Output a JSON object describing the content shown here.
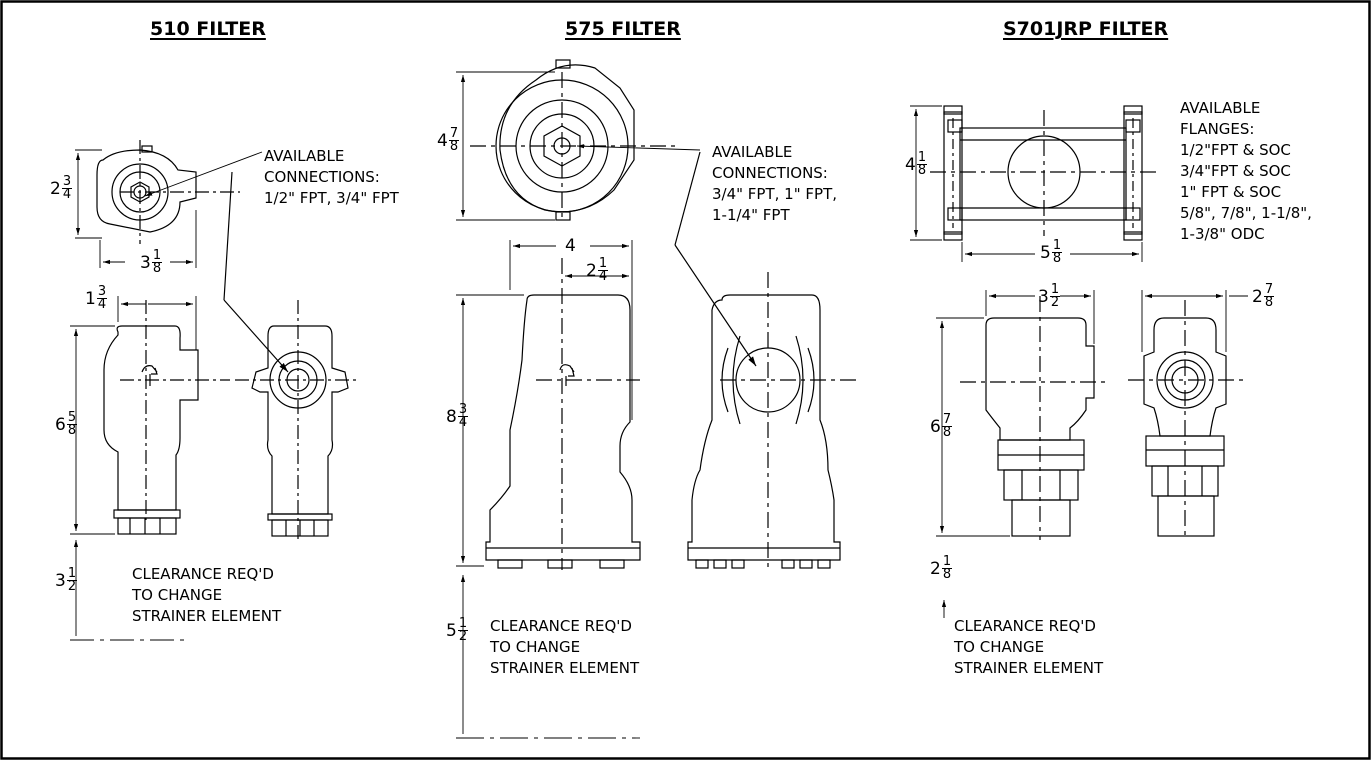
{
  "titles": {
    "f510": "510 FILTER",
    "f575": "575 FILTER",
    "f701": "S701JRP FILTER"
  },
  "notes": {
    "f510_connections": "AVAILABLE\nCONNECTIONS:\n1/2\" FPT, 3/4\" FPT",
    "f575_connections": "AVAILABLE\nCONNECTIONS:\n3/4\" FPT, 1\" FPT,\n1-1/4\" FPT",
    "f701_flanges": "AVAILABLE\nFLANGES:\n1/2\"FPT & SOC\n3/4\"FPT & SOC\n1\" FPT & SOC\n5/8\", 7/8\", 1-1/8\",\n1-3/8\" ODC",
    "clearance_510": "CLEARANCE REQ'D\nTO CHANGE\nSTRAINER ELEMENT",
    "clearance_575": "CLEARANCE REQ'D\nTO CHANGE\nSTRAINER ELEMENT",
    "clearance_701": "CLEARANCE REQ'D\nTO CHANGE\nSTRAINER ELEMENT"
  },
  "dims": {
    "d510_height_top": {
      "whole": "2",
      "num": "3",
      "den": "4"
    },
    "d510_width_top": {
      "whole": "3",
      "num": "1",
      "den": "8"
    },
    "d510_offset": {
      "whole": "1",
      "num": "3",
      "den": "4"
    },
    "d510_height": {
      "whole": "6",
      "num": "5",
      "den": "8"
    },
    "d510_clearance": {
      "whole": "3",
      "num": "1",
      "den": "2"
    },
    "d575_height_top": {
      "whole": "4",
      "num": "7",
      "den": "8"
    },
    "d575_width": {
      "whole": "4",
      "num": "",
      "den": ""
    },
    "d575_offset": {
      "whole": "2",
      "num": "1",
      "den": "4"
    },
    "d575_height": {
      "whole": "8",
      "num": "3",
      "den": "4"
    },
    "d575_clearance": {
      "whole": "5",
      "num": "1",
      "den": "2"
    },
    "d701_height_top": {
      "whole": "4",
      "num": "1",
      "den": "8"
    },
    "d701_width_top": {
      "whole": "5",
      "num": "1",
      "den": "8"
    },
    "d701_body_width": {
      "whole": "3",
      "num": "1",
      "den": "2"
    },
    "d701_side_width": {
      "whole": "2",
      "num": "7",
      "den": "8"
    },
    "d701_height": {
      "whole": "6",
      "num": "7",
      "den": "8"
    },
    "d701_clearance": {
      "whole": "2",
      "num": "1",
      "den": "8"
    }
  }
}
